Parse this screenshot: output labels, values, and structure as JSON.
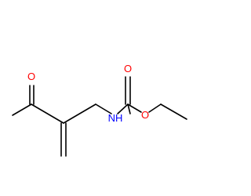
{
  "molecule": {
    "atoms": {
      "ketone_oxygen": {
        "label": "O",
        "color": "#ff0000"
      },
      "amine_nitrogen": {
        "label": "NH",
        "color": "#0000ff"
      },
      "carbonyl_oxygen": {
        "label": "O",
        "color": "#ff0000"
      },
      "ester_oxygen": {
        "label": "O",
        "color": "#ff0000"
      }
    },
    "bond_color": "#000000"
  }
}
